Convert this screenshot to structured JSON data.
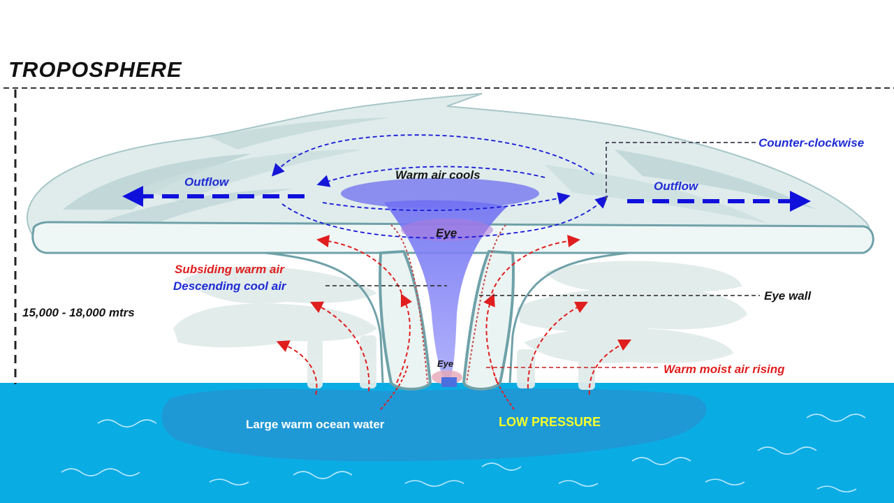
{
  "labels": {
    "troposphere": "TROPOSPHERE",
    "height": "15,000 - 18,000 mtrs",
    "outflow_left": "Outflow",
    "outflow_right": "Outflow",
    "warm_air_cools": "Warm air cools",
    "counter_clockwise": "Counter-clockwise",
    "eye_top": "Eye",
    "eye_bottom": "Eye",
    "subsiding_warm_air": "Subsiding warm air",
    "descending_cool_air": "Descending cool air",
    "eye_wall": "Eye wall",
    "warm_moist_air_rising": "Warm moist air rising",
    "large_warm_ocean_water": "Large warm ocean water",
    "low_pressure": "LOW PRESSURE"
  },
  "colors": {
    "ocean": "#0aace4",
    "ocean_shadow": "#2494d2",
    "cloud": "#eaf4f3",
    "cloud_shade": "#b9d2d3",
    "cloud_edge": "#6fa1a8",
    "eye_column": "#7f7ff5",
    "outflow_arrow": "#1010dc",
    "rising_arrow": "#e01e1e",
    "low_pressure_text": "#f5ff2a"
  }
}
